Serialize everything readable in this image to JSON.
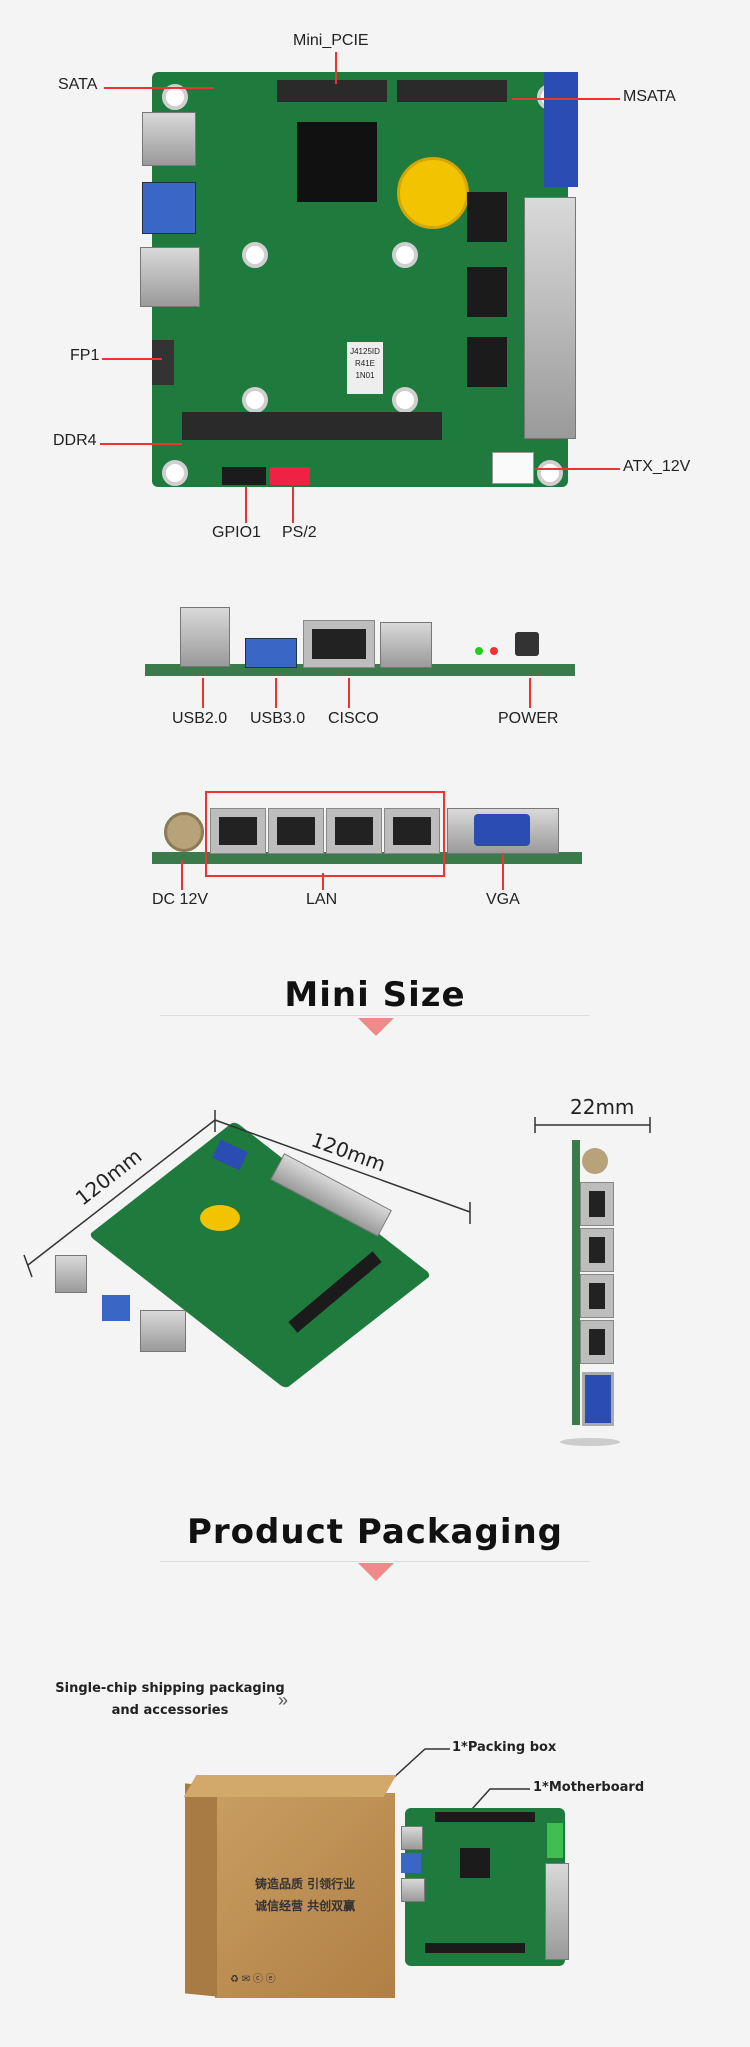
{
  "board_labels": {
    "mini_pcie": "Mini_PCIE",
    "sata": "SATA",
    "msata": "MSATA",
    "fp1": "FP1",
    "ddr4": "DDR4",
    "atx_12v": "ATX_12V",
    "gpio1": "GPIO1",
    "ps2": "PS/2",
    "board_model_line1": "J4125ID",
    "board_model_line2": "R41E",
    "board_model_line3": "1N01"
  },
  "front_io_labels": {
    "usb20": "USB2.0",
    "usb30": "USB3.0",
    "cisco": "CISCO",
    "power": "POWER"
  },
  "rear_io_labels": {
    "dc12v": "DC 12V",
    "lan": "LAN",
    "vga": "VGA"
  },
  "mini_size": {
    "heading": "Mini Size",
    "dim_left": "120mm",
    "dim_right": "120mm",
    "dim_thickness": "22mm"
  },
  "packaging": {
    "heading": "Product Packaging",
    "note_line1": "Single-chip shipping packaging",
    "note_line2": "and accessories",
    "packing_box": "1*Packing box",
    "motherboard": "1*Motherboard",
    "box_text_1": "铸造品质  引领行业",
    "box_text_2": "诚信经营  共创双赢"
  },
  "colors": {
    "pcb": "#1f7a3e",
    "accent_line": "#ee3333",
    "arrow": "#f08a8a",
    "box": "#b98a50"
  }
}
